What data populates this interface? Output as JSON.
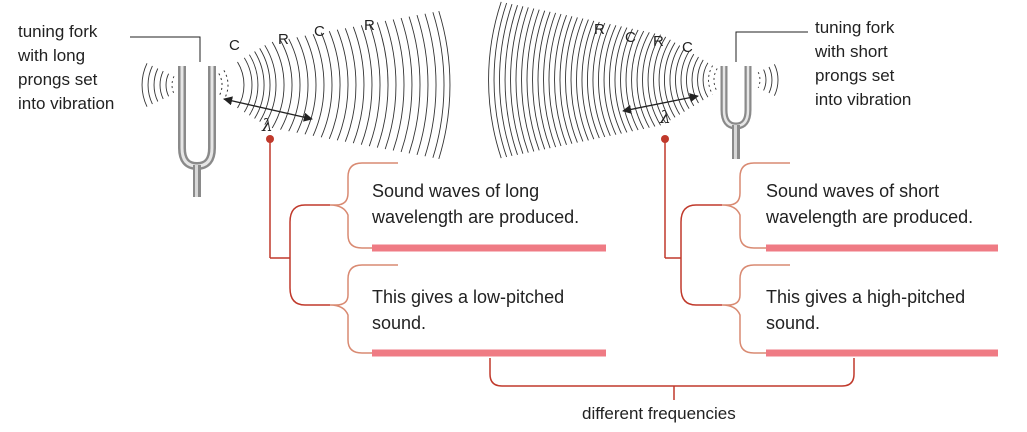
{
  "left": {
    "fork_label": "tuning fork\nwith long\nprongs set\ninto vibration",
    "wave_letters": [
      "C",
      "R",
      "C",
      "R"
    ],
    "lambda": "λ",
    "box_top": "Sound waves of long\nwavelength are produced.",
    "box_bottom": "This gives a low-pitched\nsound."
  },
  "right": {
    "fork_label": "tuning fork\nwith short\nprongs set\ninto vibration",
    "wave_letters": [
      "R",
      "C",
      "R",
      "C"
    ],
    "lambda": "λ",
    "box_top": "Sound waves of short\nwavelength are produced.",
    "box_bottom": "This gives a high-pitched\nsound."
  },
  "footer_label": "different frequencies",
  "colors": {
    "accent_red": "#c0392b",
    "salmon_line": "#d98a72",
    "pink_bar": "#ef7b84",
    "fork_gray": "#8a8a8a"
  }
}
